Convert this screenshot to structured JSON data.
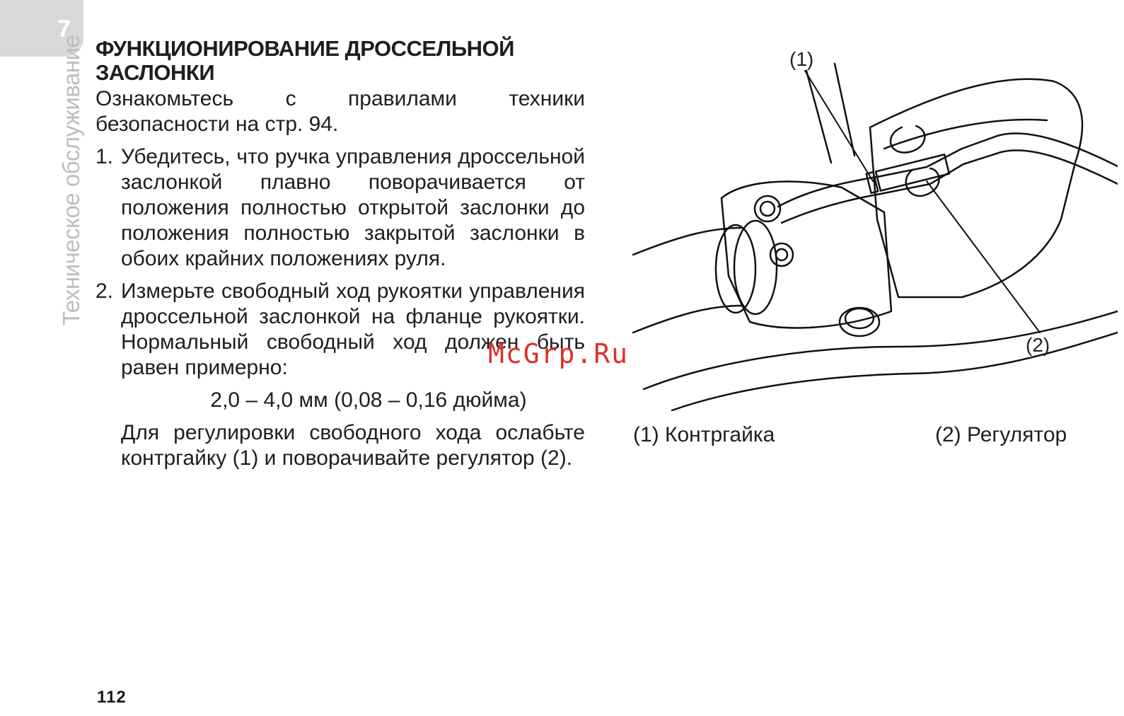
{
  "chapter": {
    "number": "7",
    "section_title": "Техническое обслуживание"
  },
  "heading": "ФУНКЦИОНИРОВАНИЕ ДРОССЕЛЬНОЙ ЗАСЛОНКИ",
  "intro": "Ознакомьтесь с правилами техники безопасности на стр. 94.",
  "steps": [
    {
      "num": "1.",
      "text": "Убедитесь, что ручка управления дроссельной заслонкой плавно поворачивается от положения полностью открытой заслонки до положения полностью закрытой заслонки в обоих крайних положениях руля."
    },
    {
      "num": "2.",
      "text": "Измерьте свободный ход рукоятки управления дроссельной заслонкой на фланце рукоятки. Нормальный свободный ход должен быть равен примерно:"
    }
  ],
  "spec": "2,0 – 4,0 мм (0,08 – 0,16 дюйма)",
  "adjust_text": "Для регулировки свободного хода ослабьте контргайку (1) и поворачивайте регулятор (2).",
  "figure": {
    "callout_1": "(1)",
    "callout_2": "(2)",
    "caption_1": "(1) Контргайка",
    "caption_2": "(2) Регулятор"
  },
  "watermark": "McGrp.Ru",
  "page_number": "112"
}
